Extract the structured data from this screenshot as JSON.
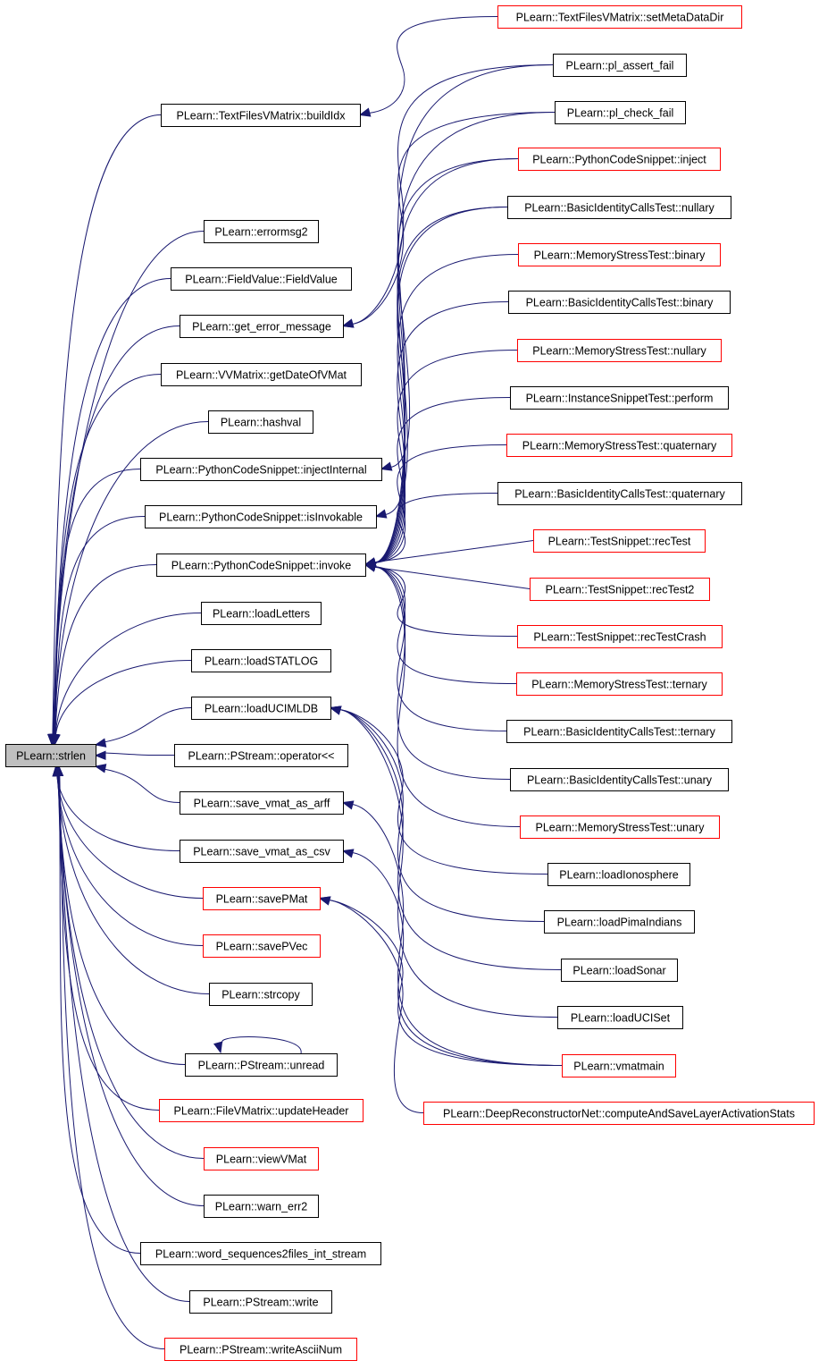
{
  "diagram": {
    "type": "caller-graph",
    "colors": {
      "edge": "#191970",
      "border_normal": "#000000",
      "border_red": "#ff0000",
      "root_fill": "#bfbfbf",
      "node_fill": "#ffffff"
    },
    "nodes": [
      {
        "id": "strlen",
        "label": "PLearn::strlen",
        "border": "black",
        "root": true
      },
      {
        "id": "buildIdx",
        "label": "PLearn::TextFilesVMatrix::buildIdx",
        "border": "black"
      },
      {
        "id": "errormsg2",
        "label": "PLearn::errormsg2",
        "border": "black"
      },
      {
        "id": "FieldValue",
        "label": "PLearn::FieldValue::FieldValue",
        "border": "black"
      },
      {
        "id": "get_error_message",
        "label": "PLearn::get_error_message",
        "border": "black"
      },
      {
        "id": "getDateOfVMat",
        "label": "PLearn::VVMatrix::getDateOfVMat",
        "border": "black"
      },
      {
        "id": "hashval",
        "label": "PLearn::hashval",
        "border": "black"
      },
      {
        "id": "injectInternal",
        "label": "PLearn::PythonCodeSnippet::injectInternal",
        "border": "black"
      },
      {
        "id": "isInvokable",
        "label": "PLearn::PythonCodeSnippet::isInvokable",
        "border": "black"
      },
      {
        "id": "invoke",
        "label": "PLearn::PythonCodeSnippet::invoke",
        "border": "black"
      },
      {
        "id": "loadLetters",
        "label": "PLearn::loadLetters",
        "border": "black"
      },
      {
        "id": "loadSTATLOG",
        "label": "PLearn::loadSTATLOG",
        "border": "black"
      },
      {
        "id": "loadUCIMLDB",
        "label": "PLearn::loadUCIMLDB",
        "border": "black"
      },
      {
        "id": "opShift",
        "label": "PLearn::PStream::operator<<",
        "border": "black"
      },
      {
        "id": "save_arff",
        "label": "PLearn::save_vmat_as_arff",
        "border": "black"
      },
      {
        "id": "save_csv",
        "label": "PLearn::save_vmat_as_csv",
        "border": "black"
      },
      {
        "id": "savePMat",
        "label": "PLearn::savePMat",
        "border": "red"
      },
      {
        "id": "savePVec",
        "label": "PLearn::savePVec",
        "border": "red"
      },
      {
        "id": "strcopy",
        "label": "PLearn::strcopy",
        "border": "black"
      },
      {
        "id": "unread",
        "label": "PLearn::PStream::unread",
        "border": "black"
      },
      {
        "id": "updateHeader",
        "label": "PLearn::FileVMatrix::updateHeader",
        "border": "red"
      },
      {
        "id": "viewVMat",
        "label": "PLearn::viewVMat",
        "border": "red"
      },
      {
        "id": "warn_err2",
        "label": "PLearn::warn_err2",
        "border": "black"
      },
      {
        "id": "word_seq",
        "label": "PLearn::word_sequences2files_int_stream",
        "border": "black"
      },
      {
        "id": "write",
        "label": "PLearn::PStream::write",
        "border": "black"
      },
      {
        "id": "writeAsciiNum",
        "label": "PLearn::PStream::writeAsciiNum",
        "border": "red"
      },
      {
        "id": "setMetaDataDir",
        "label": "PLearn::TextFilesVMatrix::setMetaDataDir",
        "border": "red"
      },
      {
        "id": "pl_assert_fail",
        "label": "PLearn::pl_assert_fail",
        "border": "black"
      },
      {
        "id": "pl_check_fail",
        "label": "PLearn::pl_check_fail",
        "border": "black"
      },
      {
        "id": "inject",
        "label": "PLearn::PythonCodeSnippet::inject",
        "border": "red"
      },
      {
        "id": "bic_nullary",
        "label": "PLearn::BasicIdentityCallsTest::nullary",
        "border": "black"
      },
      {
        "id": "mst_binary",
        "label": "PLearn::MemoryStressTest::binary",
        "border": "red"
      },
      {
        "id": "bic_binary",
        "label": "PLearn::BasicIdentityCallsTest::binary",
        "border": "black"
      },
      {
        "id": "mst_nullary",
        "label": "PLearn::MemoryStressTest::nullary",
        "border": "red"
      },
      {
        "id": "ist_perform",
        "label": "PLearn::InstanceSnippetTest::perform",
        "border": "black"
      },
      {
        "id": "mst_quaternary",
        "label": "PLearn::MemoryStressTest::quaternary",
        "border": "red"
      },
      {
        "id": "bic_quaternary",
        "label": "PLearn::BasicIdentityCallsTest::quaternary",
        "border": "black"
      },
      {
        "id": "recTest",
        "label": "PLearn::TestSnippet::recTest",
        "border": "red"
      },
      {
        "id": "recTest2",
        "label": "PLearn::TestSnippet::recTest2",
        "border": "red"
      },
      {
        "id": "recTestCrash",
        "label": "PLearn::TestSnippet::recTestCrash",
        "border": "red"
      },
      {
        "id": "mst_ternary",
        "label": "PLearn::MemoryStressTest::ternary",
        "border": "red"
      },
      {
        "id": "bic_ternary",
        "label": "PLearn::BasicIdentityCallsTest::ternary",
        "border": "black"
      },
      {
        "id": "bic_unary",
        "label": "PLearn::BasicIdentityCallsTest::unary",
        "border": "black"
      },
      {
        "id": "mst_unary",
        "label": "PLearn::MemoryStressTest::unary",
        "border": "red"
      },
      {
        "id": "loadIonosphere",
        "label": "PLearn::loadIonosphere",
        "border": "black"
      },
      {
        "id": "loadPimaIndians",
        "label": "PLearn::loadPimaIndians",
        "border": "black"
      },
      {
        "id": "loadSonar",
        "label": "PLearn::loadSonar",
        "border": "black"
      },
      {
        "id": "loadUCISet",
        "label": "PLearn::loadUCISet",
        "border": "black"
      },
      {
        "id": "vmatmain",
        "label": "PLearn::vmatmain",
        "border": "red"
      },
      {
        "id": "computeAndSave",
        "label": "PLearn::DeepReconstructorNet::computeAndSaveLayerActivationStats",
        "border": "red"
      }
    ],
    "edges": [
      {
        "from": "buildIdx",
        "to": "strlen"
      },
      {
        "from": "errormsg2",
        "to": "strlen"
      },
      {
        "from": "FieldValue",
        "to": "strlen"
      },
      {
        "from": "get_error_message",
        "to": "strlen"
      },
      {
        "from": "getDateOfVMat",
        "to": "strlen"
      },
      {
        "from": "hashval",
        "to": "strlen"
      },
      {
        "from": "injectInternal",
        "to": "strlen"
      },
      {
        "from": "isInvokable",
        "to": "strlen"
      },
      {
        "from": "invoke",
        "to": "strlen"
      },
      {
        "from": "loadLetters",
        "to": "strlen"
      },
      {
        "from": "loadSTATLOG",
        "to": "strlen"
      },
      {
        "from": "loadUCIMLDB",
        "to": "strlen"
      },
      {
        "from": "opShift",
        "to": "strlen"
      },
      {
        "from": "save_arff",
        "to": "strlen"
      },
      {
        "from": "save_csv",
        "to": "strlen"
      },
      {
        "from": "savePMat",
        "to": "strlen"
      },
      {
        "from": "savePVec",
        "to": "strlen"
      },
      {
        "from": "strcopy",
        "to": "strlen"
      },
      {
        "from": "unread",
        "to": "strlen"
      },
      {
        "from": "updateHeader",
        "to": "strlen"
      },
      {
        "from": "viewVMat",
        "to": "strlen"
      },
      {
        "from": "warn_err2",
        "to": "strlen"
      },
      {
        "from": "word_seq",
        "to": "strlen"
      },
      {
        "from": "write",
        "to": "strlen"
      },
      {
        "from": "writeAsciiNum",
        "to": "strlen"
      },
      {
        "from": "unread",
        "to": "unread"
      },
      {
        "from": "setMetaDataDir",
        "to": "buildIdx"
      },
      {
        "from": "pl_assert_fail",
        "to": "get_error_message"
      },
      {
        "from": "pl_check_fail",
        "to": "get_error_message"
      },
      {
        "from": "inject",
        "to": "injectInternal"
      },
      {
        "from": "bic_nullary",
        "to": "isInvokable"
      },
      {
        "from": "pl_assert_fail",
        "to": "invoke"
      },
      {
        "from": "pl_check_fail",
        "to": "invoke"
      },
      {
        "from": "inject",
        "to": "invoke"
      },
      {
        "from": "bic_nullary",
        "to": "invoke"
      },
      {
        "from": "mst_binary",
        "to": "invoke"
      },
      {
        "from": "bic_binary",
        "to": "invoke"
      },
      {
        "from": "mst_nullary",
        "to": "invoke"
      },
      {
        "from": "ist_perform",
        "to": "invoke"
      },
      {
        "from": "mst_quaternary",
        "to": "invoke"
      },
      {
        "from": "bic_quaternary",
        "to": "invoke"
      },
      {
        "from": "recTest",
        "to": "invoke"
      },
      {
        "from": "recTest2",
        "to": "invoke"
      },
      {
        "from": "recTestCrash",
        "to": "invoke"
      },
      {
        "from": "mst_ternary",
        "to": "invoke"
      },
      {
        "from": "bic_ternary",
        "to": "invoke"
      },
      {
        "from": "bic_unary",
        "to": "invoke"
      },
      {
        "from": "mst_unary",
        "to": "invoke"
      },
      {
        "from": "loadIonosphere",
        "to": "loadUCIMLDB"
      },
      {
        "from": "loadPimaIndians",
        "to": "loadUCIMLDB"
      },
      {
        "from": "loadSonar",
        "to": "loadUCIMLDB"
      },
      {
        "from": "loadUCISet",
        "to": "loadUCIMLDB"
      },
      {
        "from": "vmatmain",
        "to": "save_arff"
      },
      {
        "from": "vmatmain",
        "to": "save_csv"
      },
      {
        "from": "vmatmain",
        "to": "savePMat"
      },
      {
        "from": "computeAndSave",
        "to": "savePMat"
      }
    ]
  }
}
